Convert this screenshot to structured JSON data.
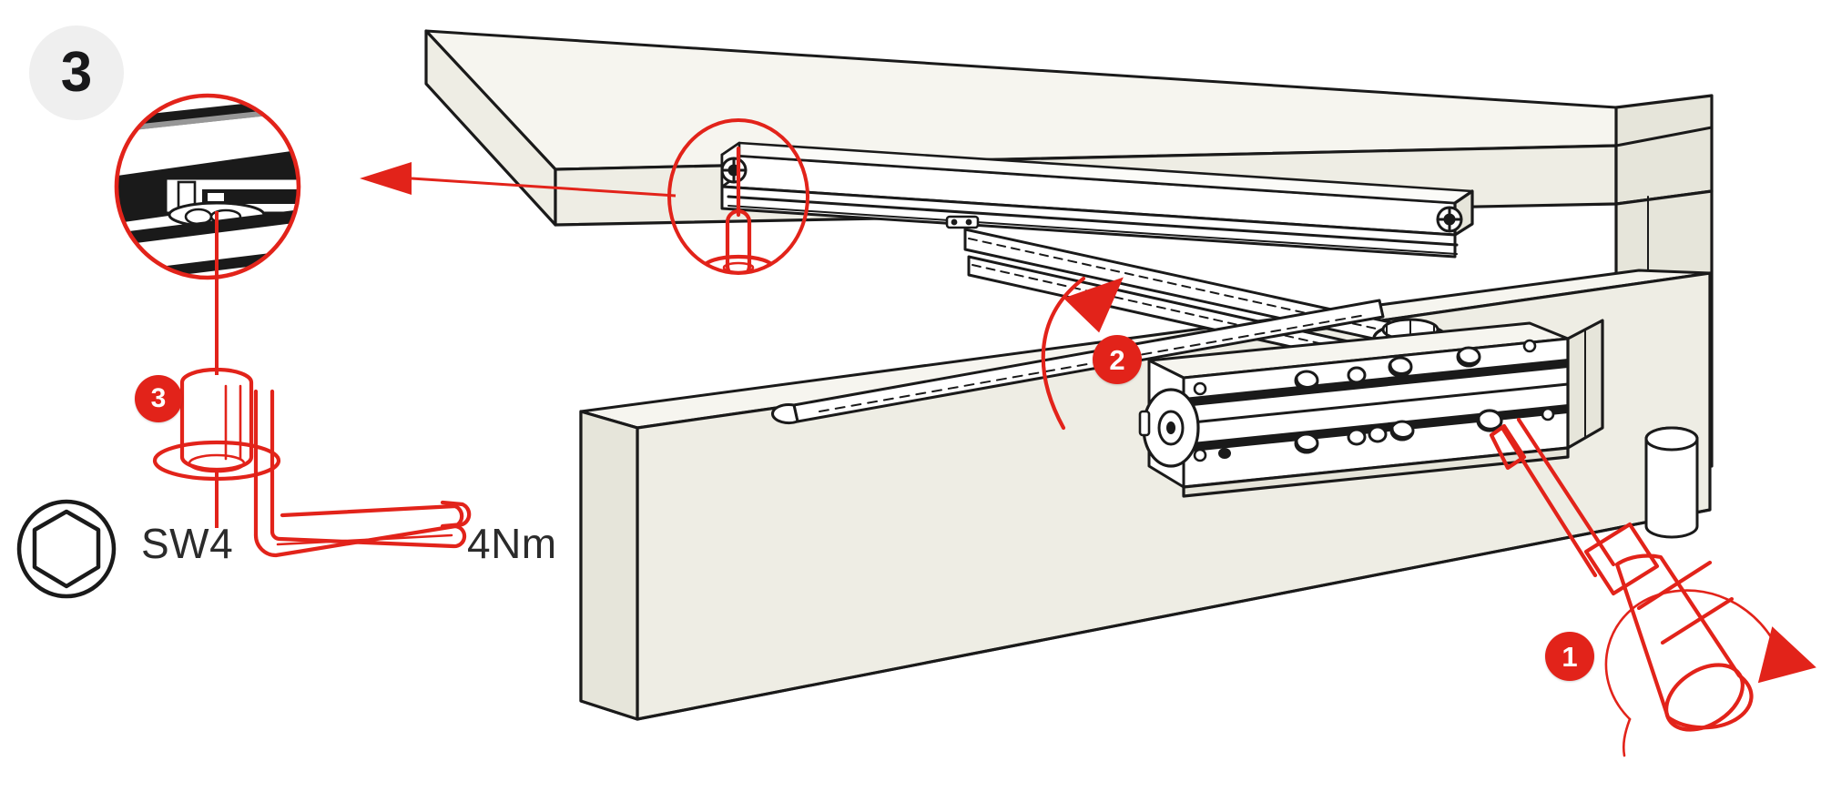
{
  "page": {
    "title": "Door closer slide rail installation",
    "background_color": "#ffffff"
  },
  "step": {
    "number": "3",
    "chip_background": "#efefef",
    "chip_text_color": "#18181a"
  },
  "colors": {
    "accent_red": "#e2231a",
    "line_black": "#1a1a1a",
    "panel_fill": "#eeede4",
    "panel_shade": "#e4e3d8",
    "chip_grey": "#efefef"
  },
  "callouts": [
    {
      "id": "callout-1",
      "label": "1",
      "meaning": "turn-adjustment-screw"
    },
    {
      "id": "callout-2",
      "label": "2",
      "meaning": "swing-arm-into-slide-rail"
    },
    {
      "id": "callout-3",
      "label": "3",
      "meaning": "fix-slider-screw"
    }
  ],
  "tools": {
    "socket_icon": "hex-socket-icon",
    "socket_size_label": "SW4",
    "wrench_icon": "allen-key-icon",
    "torque_label": "4Nm"
  },
  "detail_views": {
    "source_circle": {
      "name": "detail-source-circle",
      "content": "screw-in-slide-rail-slider"
    },
    "magnified_circle": {
      "name": "detail-magnified-circle",
      "content": "slide-rail-cross-section-with-slider-screw"
    },
    "leader_arrow": "detail-leader-arrow"
  },
  "scene": {
    "door_frame": "door-frame",
    "door_leaf": "door-leaf",
    "slide_rail": "slide-rail",
    "closer_body": "door-closer-body",
    "linkage_arm": "closer-arm",
    "screwdriver": "screwdriver",
    "fastener": "slider-fixing-screw",
    "rotation_arrow": "screwdriver-rotation-arrow",
    "swing_arrow": "arm-swing-arrow"
  }
}
